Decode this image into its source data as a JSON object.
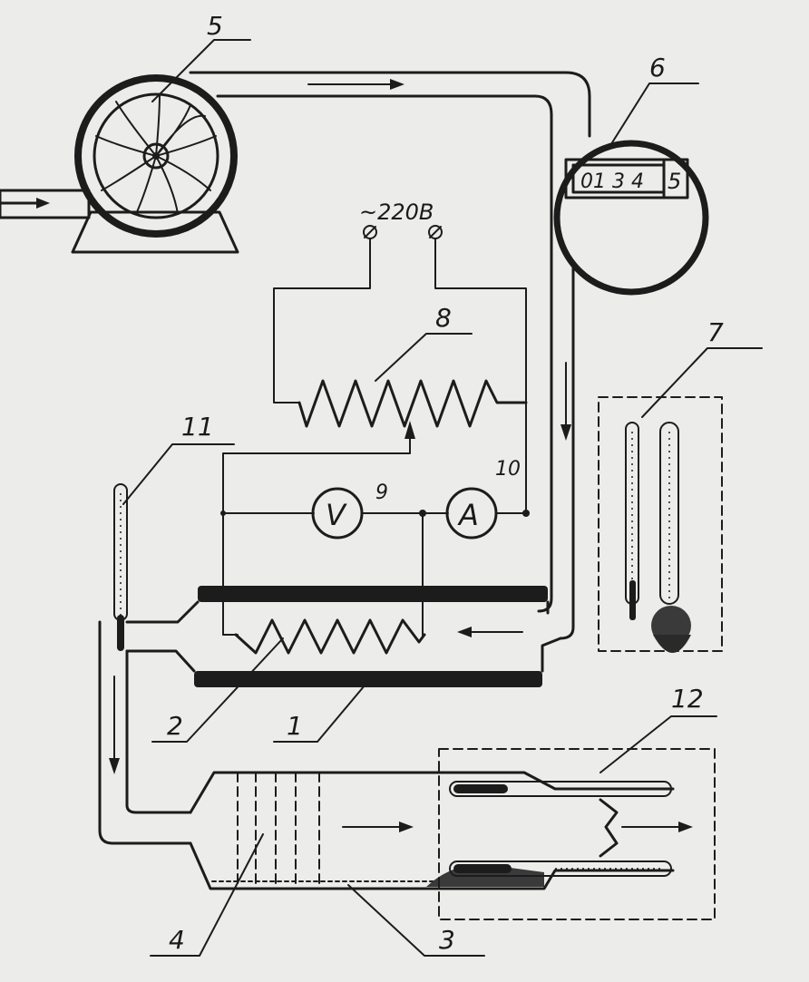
{
  "labels": {
    "heater_tube": "1",
    "heating_coil": "2",
    "humidifier_channel": "3",
    "wick_grid": "4",
    "blower": "5",
    "gas_meter": "6",
    "psychrometer_top": "7",
    "rheostat": "8",
    "voltmeter_ref": "9",
    "ammeter_ref": "10",
    "inlet_thermometer": "11",
    "psychrometer_bottom": "12"
  },
  "supply": "~220В",
  "gas_meter_reading": {
    "digits": "01 3 4",
    "last_digit": "5"
  },
  "voltmeter_symbol": "V",
  "ammeter_symbol": "A",
  "colors": {
    "ink": "#1c1c1c",
    "paper": "#ececea"
  }
}
